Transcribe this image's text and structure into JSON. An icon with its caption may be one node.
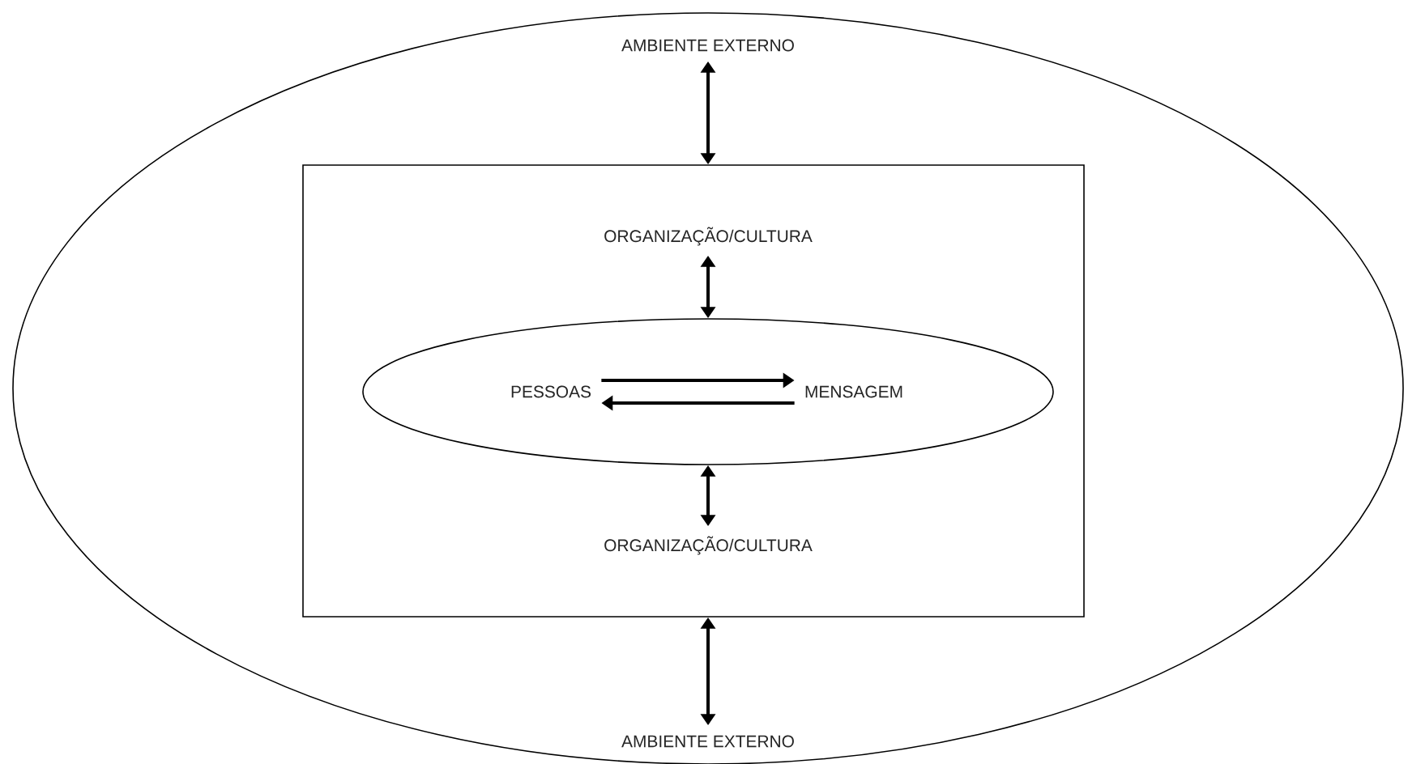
{
  "diagram": {
    "nodes": [
      {
        "text": [],
        "shape": "ellipse"
      },
      {
        "text": [
          "AMBIENTE EXTERNO"
        ],
        "in": 0
      },
      {
        "text": [],
        "shape": "box",
        "in": 0
      },
      {
        "text": [
          "ORGANIZAÇÃO/CULTURA"
        ],
        "in": 2
      },
      {
        "text": [],
        "shape": "ellipse",
        "in": 2
      },
      {
        "text": [
          "PESSOAS"
        ],
        "in": 4
      },
      {
        "text": [
          "MENSAGEM"
        ],
        "in": 4
      },
      {
        "text": [
          "ORGANIZAÇÃO/CULTURA"
        ],
        "in": 2
      },
      {
        "text": [
          "AMBIENTE EXTERNO"
        ],
        "in": 0
      }
    ],
    "edges": [
      {
        "from": 1,
        "to": 2,
        "arrow": "both"
      },
      {
        "from": 3,
        "to": 4,
        "arrow": "both"
      },
      {
        "from": 5,
        "to": 6,
        "arrow": "to"
      },
      {
        "from": 6,
        "to": 5,
        "arrow": "to"
      },
      {
        "from": 4,
        "to": 7,
        "arrow": "both"
      },
      {
        "from": 2,
        "to": 8,
        "arrow": "both"
      }
    ]
  }
}
